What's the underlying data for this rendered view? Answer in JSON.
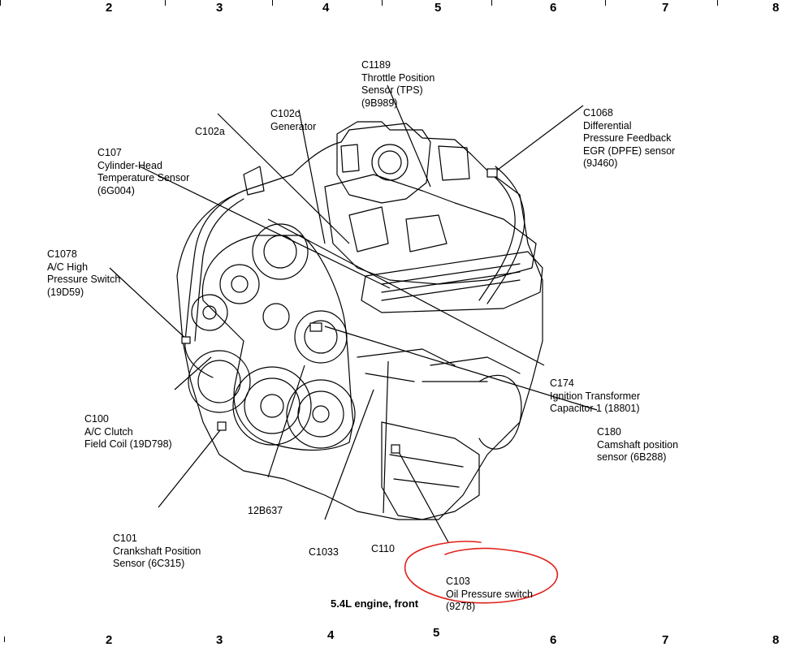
{
  "grid": {
    "top": [
      "2",
      "3",
      "4",
      "5",
      "6",
      "7",
      "8"
    ],
    "bottom": [
      "2",
      "3",
      "4",
      "5",
      "6",
      "7",
      "8"
    ]
  },
  "labels": {
    "c1189": [
      "C1189",
      "Throttle Position",
      "Sensor (TPS)",
      "(9B989)"
    ],
    "c102c": [
      "C102c",
      "Generator"
    ],
    "c102a": [
      "C102a"
    ],
    "c107": [
      "C107",
      "Cylinder-Head",
      "Temperature Sensor",
      "(6G004)"
    ],
    "c1068": [
      "C1068",
      "Differential",
      "Pressure Feedback",
      "EGR (DPFE) sensor",
      "(9J460)"
    ],
    "c1078": [
      "C1078",
      "A/C High",
      "Pressure Switch",
      "(19D59)"
    ],
    "c174": [
      "C174",
      "Ignition Transformer",
      "Capacitor 1 (18801)"
    ],
    "c100": [
      "C100",
      "A/C Clutch",
      "Field Coil (19D798)"
    ],
    "c180": [
      "C180",
      "Camshaft position",
      "sensor (6B288)"
    ],
    "12b637": [
      "12B637"
    ],
    "c101": [
      "C101",
      "Crankshaft Position",
      "Sensor (6C315)"
    ],
    "c1033": [
      "C1033"
    ],
    "c110": [
      "C110"
    ],
    "c103": [
      "C103",
      "Oil Pressure switch",
      "(9278)"
    ]
  },
  "caption": "5.4L engine, front",
  "colors": {
    "highlight": "#e0201a",
    "line": "#000000"
  }
}
